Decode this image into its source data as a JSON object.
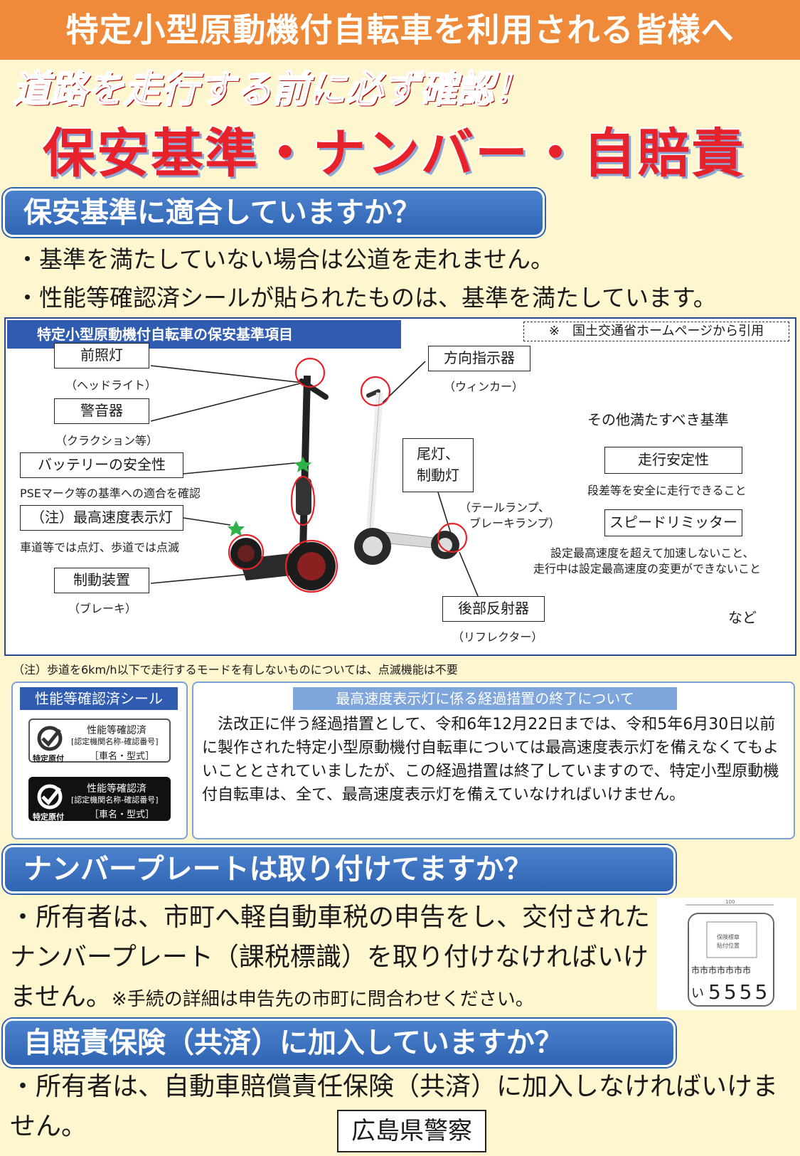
{
  "banner": {
    "title": "特定小型原動機付自転車を利用される皆様へ"
  },
  "headline": {
    "line1": "道路を走行する前に必ず確認！",
    "line2": "保安基準・ナンバー・自賠責"
  },
  "section1": {
    "heading": "保安基準に適合していますか？",
    "bullets": [
      "・基準を満たしていない場合は公道を走れません。",
      "・性能等確認済シールが貼られたものは、基準を満たしています。"
    ]
  },
  "diagram": {
    "title": "特定小型原動機付自転車の保安基準項目",
    "citation": "※　国土交通省ホームページから引用",
    "labels": {
      "headlight": "前照灯",
      "headlight_sub": "（ヘッドライト）",
      "horn": "警音器",
      "horn_sub": "（クラクション等）",
      "battery": "バッテリーの安全性",
      "battery_sub": "PSEマーク等の基準への適合を確認",
      "speed_lamp": "（注）最高速度表示灯",
      "speed_lamp_sub": "車道等では点灯、歩道では点滅",
      "brake": "制動装置",
      "brake_sub": "（ブレーキ）",
      "turn": "方向指示器",
      "turn_sub": "（ウィンカー）",
      "tail_l1": "尾灯、",
      "tail_l2": "制動灯",
      "tail_sub1": "（テールランプ、",
      "tail_sub2": "ブレーキランプ）",
      "reflector": "後部反射器",
      "reflector_sub": "（リフレクター）",
      "other_title": "その他満たすべき基準",
      "stability": "走行安定性",
      "stability_sub": "段差等を安全に走行できること",
      "limiter": "スピードリミッター",
      "limiter_sub1": "設定最高速度を超えて加速しないこと、",
      "limiter_sub2": "走行中は設定最高速度の変更ができないこと",
      "etc": "など"
    }
  },
  "footnote": "（注）歩道を6km/h以下で走行するモードを有しないものについては、点滅機能は不要",
  "sticker": {
    "title": "性能等確認済シール",
    "line1": "性能等確認済",
    "line2": "[認定機関名称-確認番号]",
    "line3": "［車名・型式］",
    "badge": "特定原付"
  },
  "notice": {
    "title": "最高速度表示灯に係る経過措置の終了について",
    "body": "法改正に伴う経過措置として、令和6年12月22日までは、令和5年6月30日以前に製作された特定小型原動機付自転車については最高速度表示灯を備えなくてもよいこととされていましたが、この経過措置は終了していますので、特定小型原動機付自転車は、全て、最高速度表示灯を備えていなければいけません。"
  },
  "section2": {
    "heading": "ナンバープレートは取り付けてますか？",
    "body": "・所有者は、市町へ軽自動車税の申告をし、交付されたナンバープレート（課税標識）を取り付けなければいけません。",
    "note": "※手続の詳細は申告先の市町に問合わせください。",
    "plate_dim": "100",
    "plate_sticker": "保険標章\n貼付位置",
    "plate_city": "市市市市市市市",
    "plate_kana": "い",
    "plate_number": "5555"
  },
  "section3": {
    "heading": "自賠責保険（共済）に加入していますか？",
    "body": "・所有者は、自動車賠償責任保険（共済）に加入しなければいけません。"
  },
  "footer": {
    "issuer": "広島県警察"
  },
  "colors": {
    "background": "#fdf6cf",
    "banner": "#ee8a3a",
    "headline_red": "#e8222a",
    "section_blue": "#2f64b3",
    "highlight_circle": "#e8222a",
    "led_green": "#2fb24a"
  }
}
